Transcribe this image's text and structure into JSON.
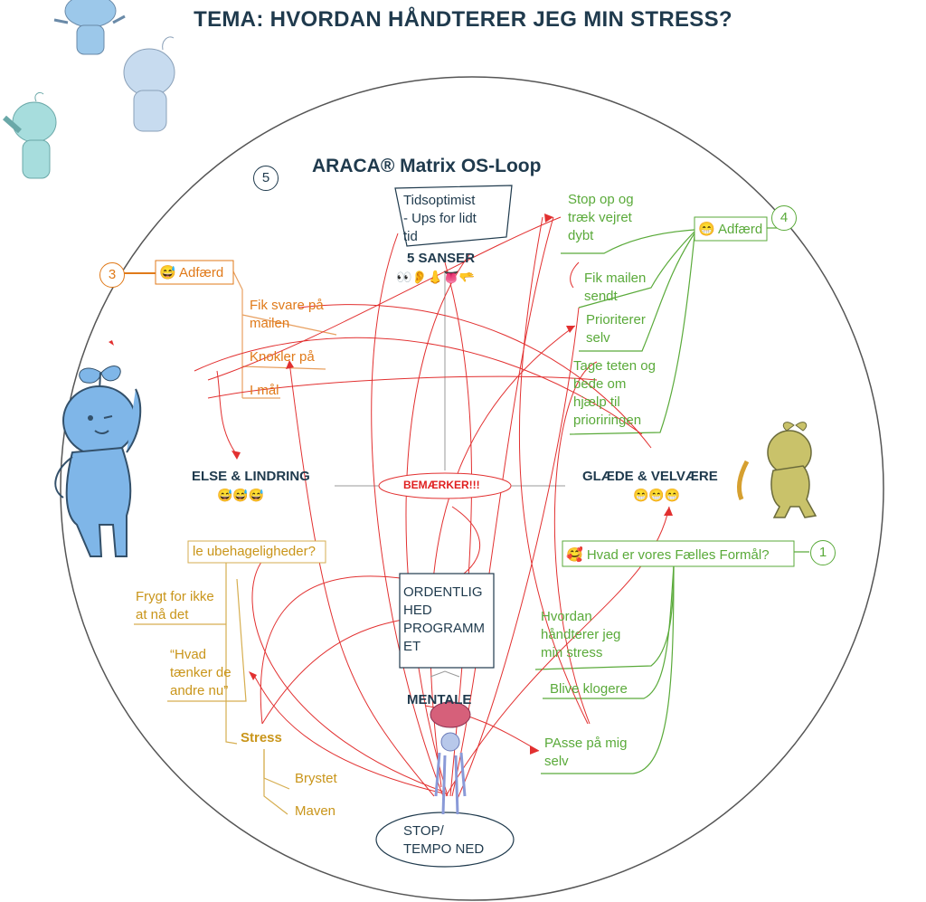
{
  "title": "TEMA: HVORDAN HÅNDTERER JEG MIN STRESS?",
  "subtitle": "ARACA® Matrix OS-Loop",
  "numbers": {
    "n1": "1",
    "n3": "3",
    "n4": "4",
    "n5": "5"
  },
  "top_box": {
    "line1": "Tidsoptimist",
    "line2": "- Ups for lidt",
    "line3": "tid"
  },
  "senses": {
    "label": "5 SANSER",
    "icons": "👀👂👃👅🫳"
  },
  "left_behavior": {
    "header": "😅 Adfærd",
    "items": [
      "Fik svare på",
      "mailen",
      "Knokler på",
      "I mål"
    ]
  },
  "right_behavior": {
    "header": "😁 Adfærd",
    "items": {
      "stop1": "Stop op og",
      "stop2": "træk  vejret",
      "stop3": "dybt",
      "fik1": "Fik mailen",
      "fik2": "sendt",
      "prio1": "Prioriterer",
      "prio2": "selv",
      "tage1": "Tage teten og",
      "tage2": "bede om",
      "tage3": "hjælp til",
      "tage4": "prioriringen"
    }
  },
  "left_center": {
    "label": "ELSE & LINDRING",
    "emoji": "😅😅😅"
  },
  "right_center": {
    "label": "GLÆDE & VELVÆRE",
    "emoji": "😁😁😁"
  },
  "center": {
    "label": "BEMÆRKER!!!"
  },
  "bottom_left": {
    "q": "le ubehageligheder?",
    "fear1": "Frygt for ikke",
    "fear2": "at nå det",
    "think1": "“Hvad",
    "think2": "tænker de",
    "think3": "andre nu”",
    "stress": "Stress",
    "chest": "Brystet",
    "stomach": "Maven"
  },
  "program": {
    "l1": "ORDENTLIG",
    "l2": "HED",
    "l3": "PROGRAMM",
    "l4": "ET"
  },
  "mentale": "MENTALE",
  "stop": {
    "l1": "STOP/",
    "l2": "TEMPO NED"
  },
  "bottom_right": {
    "purpose": "🥰 Hvad er vores Fælles Formål?",
    "h1": "Hvordan",
    "h2": "håndterer jeg",
    "h3": "min stress",
    "klogere": "Blive klogere",
    "passe1": "PAsse på mig",
    "passe2": "selv"
  },
  "colors": {
    "orange": "#e07a1a",
    "green": "#5aaa3a",
    "gold": "#c9951a",
    "red": "#e02020",
    "navy": "#1f3a4d"
  },
  "illustrations": [
    "blue-sprout-character-icon",
    "green-sprout-character-icon",
    "light-blue-sprout-character-icon",
    "yellow-walking-sprout-character-icon",
    "brain-body-icon"
  ]
}
